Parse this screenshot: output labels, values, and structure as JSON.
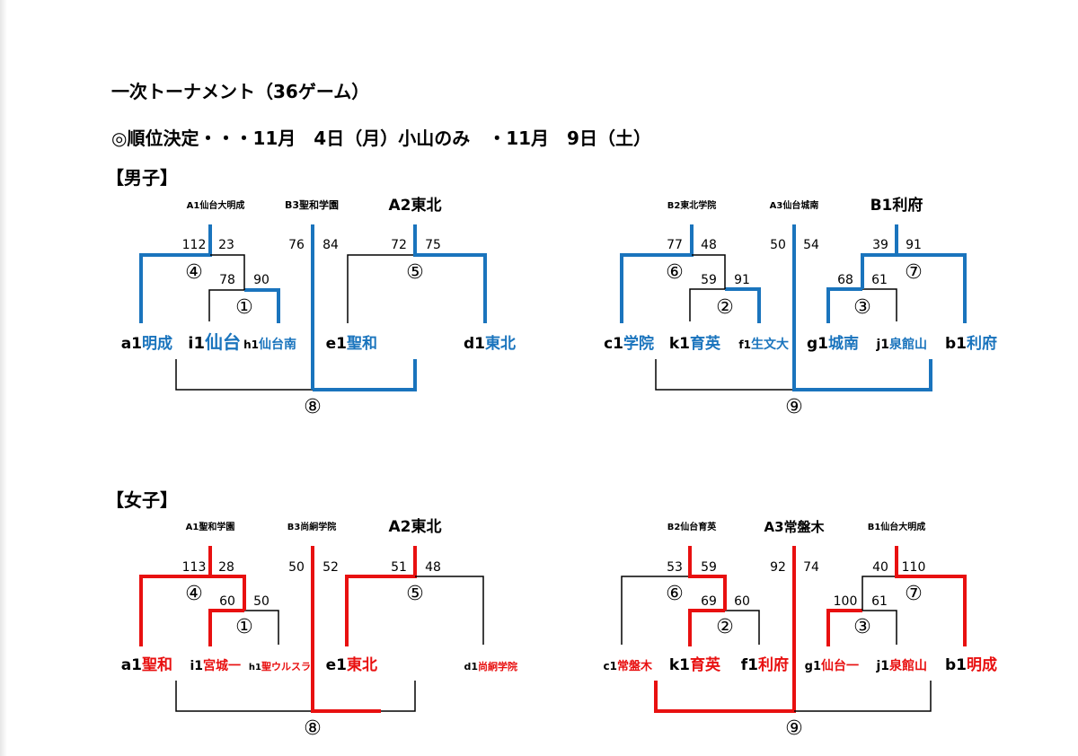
{
  "document": {
    "title": "一次トーナメント（36ゲーム）",
    "schedule": "◎順位決定・・・11月　4日（月）小山のみ　・11月　9日（土）",
    "colors": {
      "boys": "#1a74bd",
      "girls": "#e81010",
      "loser": "#000000"
    }
  },
  "boys": {
    "label": "【男子】",
    "bracket_left": {
      "seeds": [
        "A1仙台大明成",
        "B3聖和学園",
        "A2東北"
      ],
      "teams": [
        {
          "code": "a1",
          "name": "明成"
        },
        {
          "code": "i1",
          "name": "仙台"
        },
        {
          "code": "h1",
          "name": "仙台南"
        },
        {
          "code": "e1",
          "name": "聖和"
        },
        {
          "code": "d1",
          "name": "東北"
        }
      ],
      "games": [
        {
          "no": "①",
          "scores": [
            "78",
            "90"
          ]
        },
        {
          "no": "④",
          "scores": [
            "112",
            "23"
          ]
        },
        {
          "no": "⑤",
          "scores": [
            "72",
            "75"
          ]
        },
        {
          "no": "⑧",
          "scores": [
            "76",
            "84"
          ]
        }
      ]
    },
    "bracket_right": {
      "seeds": [
        "B2東北学院",
        "A3仙台城南",
        "B1利府"
      ],
      "teams": [
        {
          "code": "c1",
          "name": "学院"
        },
        {
          "code": "k1",
          "name": "育英"
        },
        {
          "code": "f1",
          "name": "生文大"
        },
        {
          "code": "g1",
          "name": "城南"
        },
        {
          "code": "j1",
          "name": "泉館山"
        },
        {
          "code": "b1",
          "name": "利府"
        }
      ],
      "games": [
        {
          "no": "②",
          "scores": [
            "59",
            "91"
          ]
        },
        {
          "no": "⑥",
          "scores": [
            "77",
            "48"
          ]
        },
        {
          "no": "③",
          "scores": [
            "68",
            "61"
          ]
        },
        {
          "no": "⑦",
          "scores": [
            "39",
            "91"
          ]
        },
        {
          "no": "⑨",
          "scores": [
            "50",
            "54"
          ]
        }
      ]
    }
  },
  "girls": {
    "label": "【女子】",
    "bracket_left": {
      "seeds": [
        "A1聖和学園",
        "B3尚絅学院",
        "A2東北"
      ],
      "teams": [
        {
          "code": "a1",
          "name": "聖和"
        },
        {
          "code": "i1",
          "name": "宮城一"
        },
        {
          "code": "h1",
          "name": "聖ウルスラ"
        },
        {
          "code": "e1",
          "name": "東北"
        },
        {
          "code": "d1",
          "name": "尚絅学院"
        }
      ],
      "games": [
        {
          "no": "①",
          "scores": [
            "60",
            "50"
          ]
        },
        {
          "no": "④",
          "scores": [
            "113",
            "28"
          ]
        },
        {
          "no": "⑤",
          "scores": [
            "51",
            "48"
          ]
        },
        {
          "no": "⑧",
          "scores": [
            "50",
            "52"
          ]
        }
      ]
    },
    "bracket_right": {
      "seeds": [
        "B2仙台育英",
        "A3常盤木",
        "B1仙台大明成"
      ],
      "teams": [
        {
          "code": "c1",
          "name": "常盤木"
        },
        {
          "code": "k1",
          "name": "育英"
        },
        {
          "code": "f1",
          "name": "利府"
        },
        {
          "code": "g1",
          "name": "仙台一"
        },
        {
          "code": "j1",
          "name": "泉館山"
        },
        {
          "code": "b1",
          "name": "明成"
        }
      ],
      "games": [
        {
          "no": "②",
          "scores": [
            "69",
            "60"
          ]
        },
        {
          "no": "⑥",
          "scores": [
            "53",
            "59"
          ]
        },
        {
          "no": "③",
          "scores": [
            "100",
            "61"
          ]
        },
        {
          "no": "⑦",
          "scores": [
            "40",
            "110"
          ]
        },
        {
          "no": "⑨",
          "scores": [
            "92",
            "74"
          ]
        }
      ]
    }
  }
}
